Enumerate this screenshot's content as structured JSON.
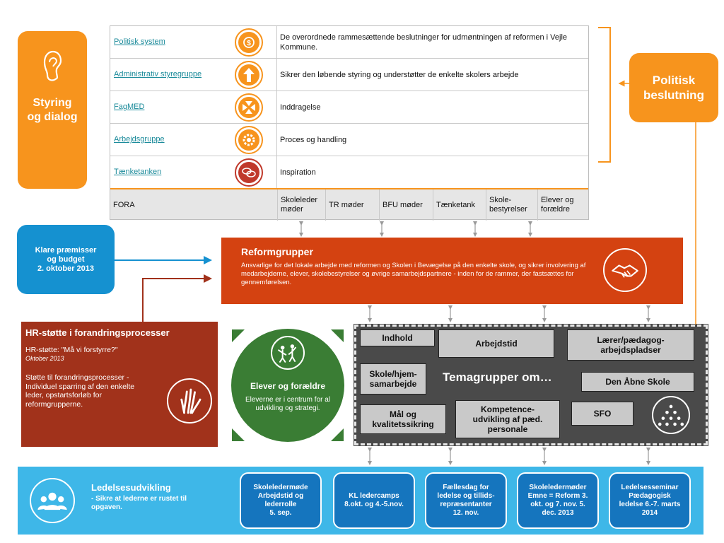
{
  "styring": {
    "label": "Styring\nog dialog"
  },
  "fora": {
    "rows": [
      {
        "link": "Politisk system",
        "description": "De overordnede rammesættende beslutninger for udmøntningen af reformen i Vejle Kommune.",
        "icon": "money-icon"
      },
      {
        "link": "Administrativ styregruppe",
        "description": "Sikrer den løbende styring og understøtter de enkelte skolers arbejde",
        "icon": "arrow-up-icon"
      },
      {
        "link": "FagMED",
        "description": "Inddragelse",
        "icon": "converge-arrows-icon"
      },
      {
        "link": "Arbejdsgruppe",
        "description": "Proces og handling",
        "icon": "gear-icon"
      },
      {
        "link": "Tænketanken",
        "description": "Inspiration",
        "icon": "speech-bubbles-icon"
      }
    ],
    "footer": [
      "FORA",
      "Skoleleder møder",
      "TR møder",
      "BFU møder",
      "Tænketank",
      "Skole-bestyrelser",
      "Elever og forældre"
    ]
  },
  "politisk_beslutning": "Politisk\nbeslutning",
  "klare": "Klare præmisser\nog budget\n2. oktober 2013",
  "reformgrupper": {
    "title": "Reformgrupper",
    "description": "Ansvarlige for det lokale arbejde med reformen og Skolen i Bevægelse på den enkelte skole, og sikrer involvering af medarbejderne, elever, skolebestyrelser og øvrige samarbejdspartnere -  inden for de rammer, der fastsættes for gennemførelsen."
  },
  "hr": {
    "title": "HR-støtte i forandringsprocesser",
    "line1": "HR-støtte: \"Må vi forstyrre?\"",
    "line2": "Oktober 2013",
    "body": "Støtte til forandringsprocesser - Individuel sparring af den enkelte leder, opstartsforløb for reformgrupperne."
  },
  "elever": {
    "title": "Elever og forældre",
    "description": "Eleverne er i centrum for al udvikling og strategi."
  },
  "tema": {
    "center": "Temagrupper om…",
    "bubbles": [
      "Indhold",
      "Arbejdstid",
      "Lærer/pædagog-\narbejdspladser",
      "Skole/hjem-\nsamarbejde",
      "Den Åbne Skole",
      "Mål og\nkvalitetssikring",
      "Kompetence-\nudvikling af pæd.\npersonale",
      "SFO"
    ]
  },
  "ledelse": {
    "title": "Ledelsesudvikling",
    "description": "- Sikre at lederne er rustet til opgaven.",
    "boxes": [
      "Skoleledermøde\nArbejdstid og\nlederrolle\n5. sep.",
      "KL ledercamps\n8.okt. og 4.-5.nov.",
      "Fællesdag for\nledelse og tillids-\nrepræsentanter\n12. nov.",
      "Skoleledermøder\nEmne = Reform 3.\nokt. og 7. nov. 5.\ndec. 2013",
      "Ledelsesseminar\nPædagogisk\nledelse 6.-7. marts\n2014"
    ]
  },
  "colors": {
    "orange": "#F7941D",
    "blue": "#1591D0",
    "red": "#D44211",
    "brown": "#A1321B",
    "green": "#3A7D34",
    "gray": "#4a4a4a",
    "lightblue": "#3EB7E8"
  }
}
